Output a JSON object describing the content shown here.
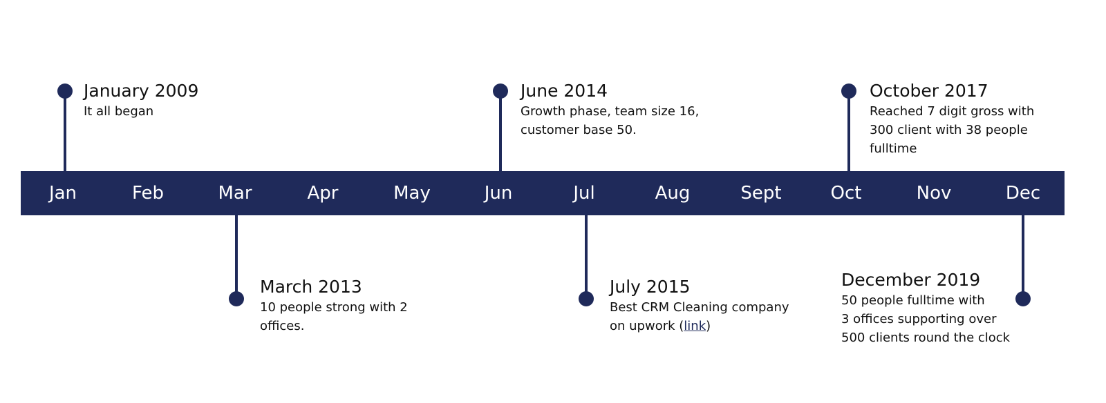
{
  "months": [
    "Jan",
    "Feb",
    "Mar",
    "Apr",
    "May",
    "Jun",
    "Jul",
    "Aug",
    "Sept",
    "Oct",
    "Nov",
    "Dec"
  ],
  "events": [
    {
      "title": "January 2009",
      "lines": [
        "It all began"
      ]
    },
    {
      "title": "March 2013",
      "lines": [
        "10 people strong with 2",
        "offices."
      ]
    },
    {
      "title": "June 2014",
      "lines": [
        "Growth phase, team size 16,",
        "customer base 50."
      ]
    },
    {
      "title": "July 2015",
      "lines": [
        "Best CRM Cleaning company"
      ],
      "line2_prefix": "on upwork (",
      "link_text": "link",
      "line2_suffix": ")"
    },
    {
      "title": "October 2017",
      "lines": [
        "Reached 7 digit gross with",
        "300 client with 38 people",
        "fulltime"
      ]
    },
    {
      "title": "December 2019",
      "lines": [
        "50 people fulltime with",
        "3 offices supporting over",
        "500 clients round the clock"
      ]
    }
  ],
  "colors": {
    "accent": "#1f2a5a"
  }
}
